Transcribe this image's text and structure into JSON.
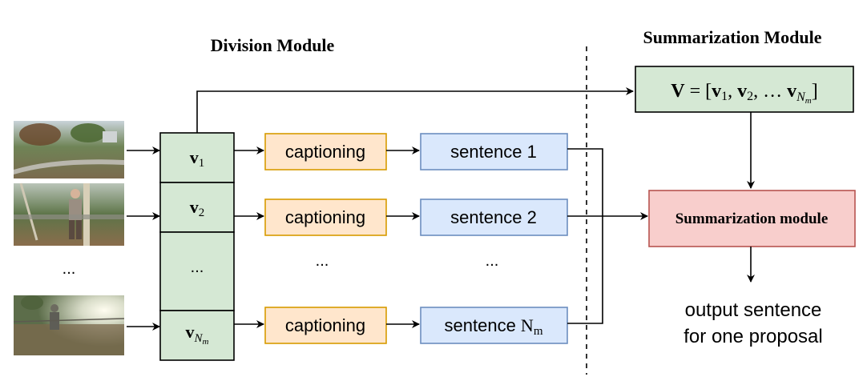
{
  "headings": {
    "division": "Division Module",
    "summarization": "Summarization Module"
  },
  "frames": [
    {
      "name": "frame-1",
      "desc": "park scene with trees and path"
    },
    {
      "name": "frame-2",
      "desc": "person standing by a pole"
    },
    {
      "name": "frame-3",
      "desc": "person in sunlit field"
    }
  ],
  "frames_ellipsis": "...",
  "segments": {
    "v1_base": "v",
    "v1_sub": "1",
    "v2_base": "v",
    "v2_sub": "2",
    "ellipsis": "...",
    "vn_base": "v",
    "vn_sub": "N",
    "vn_subsub": "m"
  },
  "captioning": {
    "label": "captioning",
    "ellipsis": "..."
  },
  "sentences": {
    "s1": "sentence 1",
    "s2": "sentence 2",
    "ellipsis": "...",
    "sn_prefix": "sentence ",
    "sn_n": "N",
    "sn_m": "m"
  },
  "v_box": {
    "lhs": "V",
    "eq": " = [",
    "v": "v",
    "sub1": "1",
    "comma1": ", ",
    "sub2": "2",
    "dots": ", … ",
    "subN": "N",
    "subm": "m",
    "close": "]"
  },
  "summarization_module": "Summarization module",
  "output": {
    "line1": "output sentence",
    "line2": "for one proposal"
  },
  "colors": {
    "green_fill": "#d5e8d4",
    "green_stroke": "#82b366",
    "orange_fill": "#ffe6cc",
    "orange_stroke": "#d79b00",
    "blue_fill": "#dae8fc",
    "blue_stroke": "#6c8ebf",
    "red_fill": "#f8cecc",
    "red_stroke": "#b85450"
  }
}
